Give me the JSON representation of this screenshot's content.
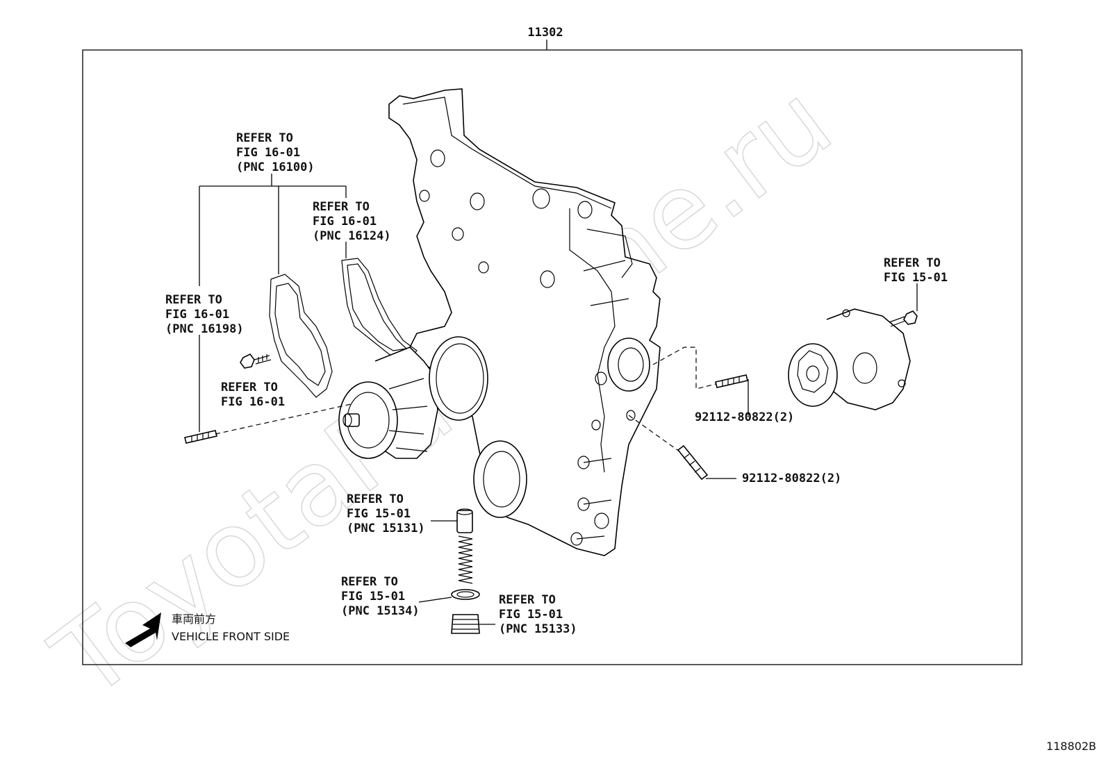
{
  "diagram": {
    "part_number_main": "11302",
    "figure_id": "118802B",
    "watermark": "ToyotaPartMine.ru",
    "direction_label_jp": "車両前方",
    "direction_label_en": "VEHICLE FRONT SIDE",
    "callouts": {
      "pnc16100": [
        "REFER TO",
        "FIG 16-01",
        "(PNC 16100)"
      ],
      "pnc16124": [
        "REFER TO",
        "FIG 16-01",
        "(PNC 16124)"
      ],
      "pnc16198": [
        "REFER TO",
        "FIG 16-01",
        "(PNC 16198)"
      ],
      "fig1601_bolt": [
        "REFER TO",
        "FIG 16-01"
      ],
      "fig1501_bolt": [
        "REFER TO",
        "FIG 15-01"
      ],
      "pnc15131": [
        "REFER TO",
        "FIG 15-01",
        "(PNC 15131)"
      ],
      "pnc15134": [
        "REFER TO",
        "FIG 15-01",
        "(PNC 15134)"
      ],
      "pnc15133": [
        "REFER TO",
        "FIG 15-01",
        "(PNC 15133)"
      ]
    },
    "stud_upper": "92112-80822(2)",
    "stud_lower": "92112-80822(2)"
  }
}
